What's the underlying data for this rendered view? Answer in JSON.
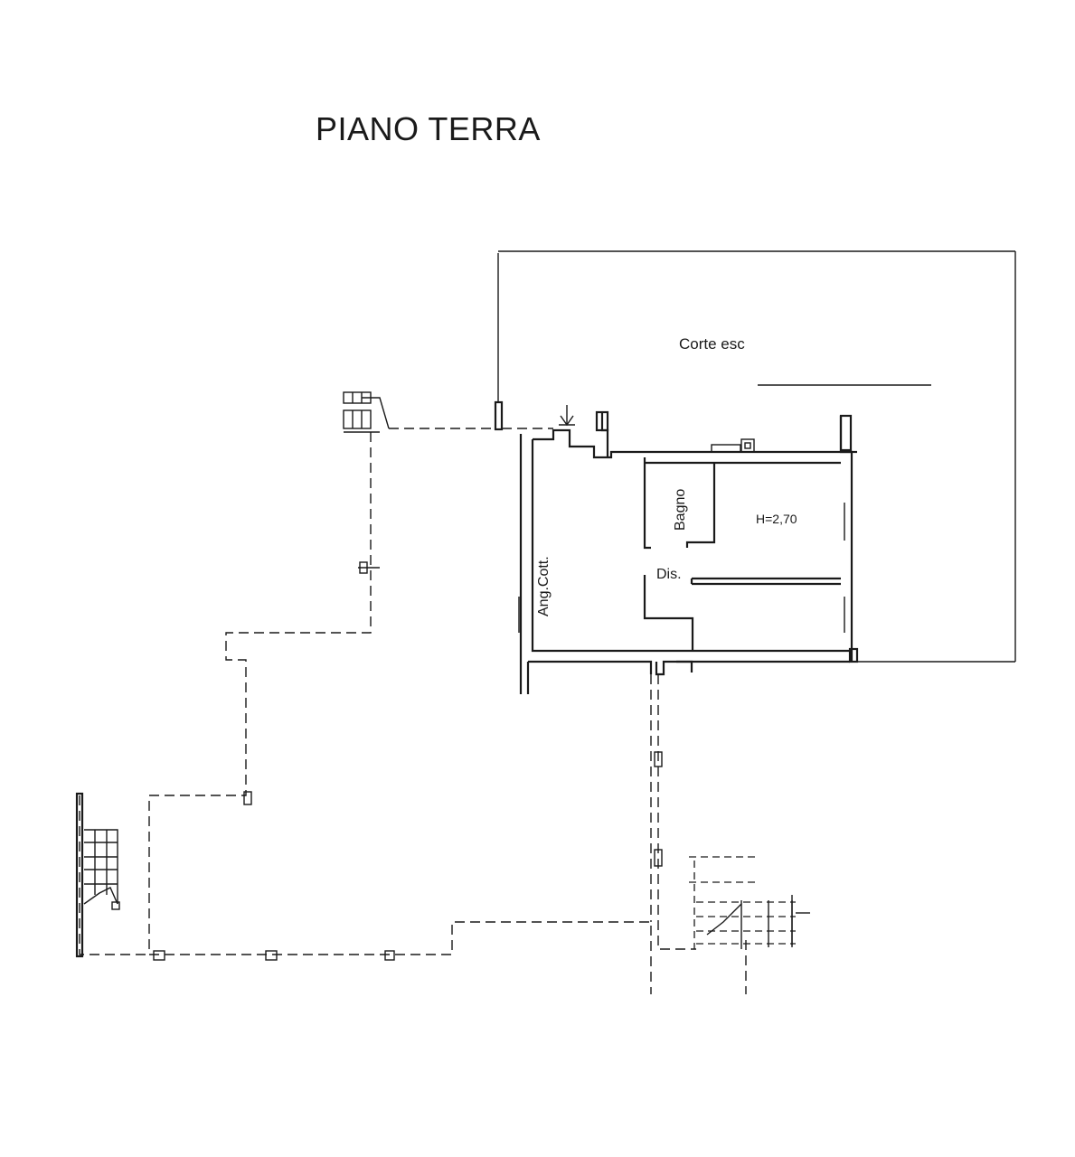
{
  "plan": {
    "title": "PIANO TERRA",
    "rooms": {
      "corte": "Corte esc",
      "bagno": "Bagno",
      "height": "H=2,70",
      "ang_cott": "Ang.Cott.",
      "dis": "Dis."
    },
    "colors": {
      "ink": "#1a1a1a",
      "paper": "#ffffff"
    }
  }
}
